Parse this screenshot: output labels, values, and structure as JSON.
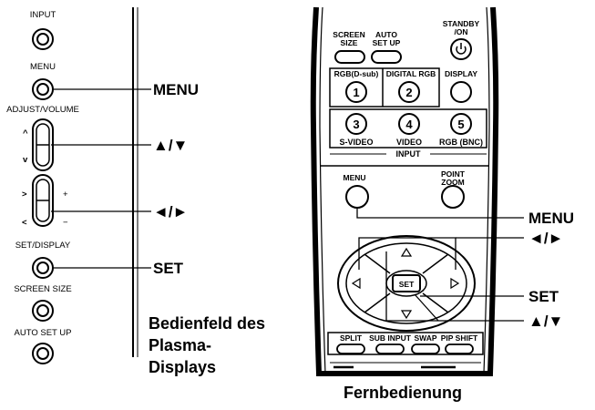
{
  "panel": {
    "input_label": "INPUT",
    "menu_label": "MENU",
    "adjust_label": "ADJUST/VOLUME",
    "up_sym": "^",
    "down_sym": "v",
    "right_sym": ">",
    "plus_sym": "+",
    "left_sym": "<",
    "minus_sym": "−",
    "set_label": "SET/DISPLAY",
    "screen_label": "SCREEN SIZE",
    "auto_label": "AUTO SET UP"
  },
  "callouts": {
    "menu": "MENU",
    "updown": "▲/▼",
    "leftright": "◄/►",
    "set": "SET"
  },
  "panel_caption": [
    "Bedienfeld des",
    "Plasma-",
    "Displays"
  ],
  "remote": {
    "screen_size": [
      "SCREEN",
      "SIZE"
    ],
    "auto_setup": [
      "AUTO",
      "SET UP"
    ],
    "standby": [
      "STANDBY",
      "/ON"
    ],
    "rgb_dsub": "RGB(D-sub)",
    "digital_rgb": "DIGITAL RGB",
    "display": "DISPLAY",
    "num1": "1",
    "num2": "2",
    "num3": "3",
    "num4": "4",
    "num5": "5",
    "svideo": "S-VIDEO",
    "video": "VIDEO",
    "rgb_bnc": "RGB (BNC)",
    "input": "INPUT",
    "menu": "MENU",
    "point_zoom": [
      "POINT",
      "ZOOM"
    ],
    "set": "SET",
    "split": "SPLIT",
    "sub_input": "SUB INPUT",
    "swap": "SWAP",
    "pip_shift": "PIP SHIFT"
  },
  "remote_callouts": {
    "menu": "MENU",
    "leftright": "◄/►",
    "set": "SET",
    "updown": "▲/▼"
  },
  "remote_caption": "Fernbedienung"
}
